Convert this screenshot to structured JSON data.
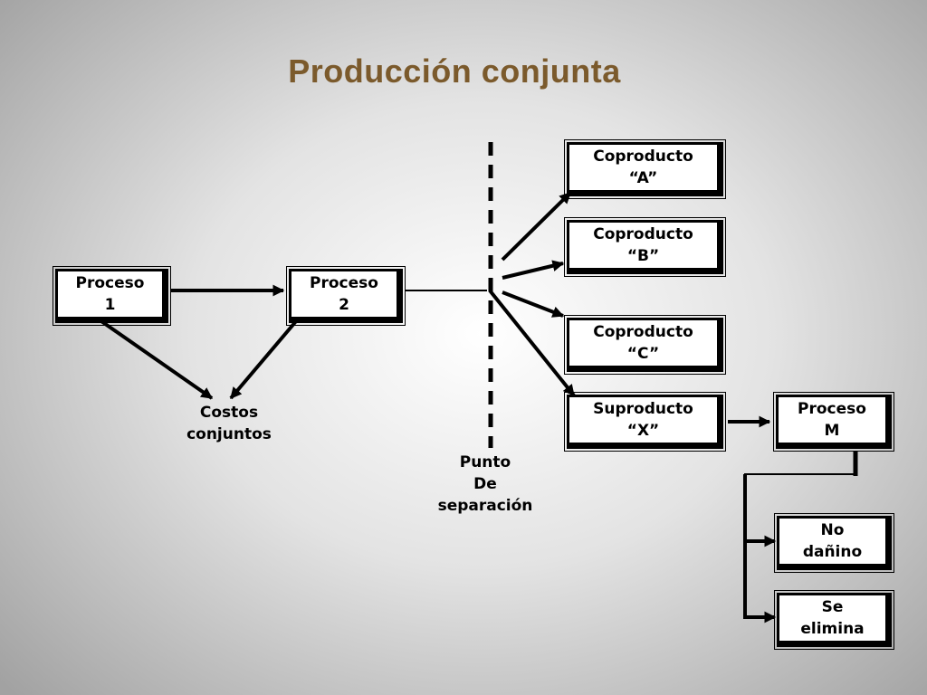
{
  "title": "Producción conjunta",
  "boxes": {
    "proceso1": {
      "line1": "Proceso",
      "line2": "1"
    },
    "proceso2": {
      "line1": "Proceso",
      "line2": "2"
    },
    "coproducto_a": {
      "line1": "Coproducto",
      "line2": "“A”"
    },
    "coproducto_b": {
      "line1": "Coproducto",
      "line2": "“B”"
    },
    "coproducto_c": {
      "line1": "Coproducto",
      "line2": "“C”"
    },
    "suproducto_x": {
      "line1": "Suproducto",
      "line2": "“X”"
    },
    "proceso_m": {
      "line1": "Proceso",
      "line2": "M"
    },
    "no_danino": {
      "line1": "No",
      "line2": "dañino"
    },
    "se_elimina": {
      "line1": "Se",
      "line2": "elimina"
    }
  },
  "labels": {
    "costos": {
      "line1": "Costos",
      "line2": "conjuntos"
    },
    "punto": {
      "line1": "Punto",
      "line2": "De",
      "line3": "separación"
    }
  }
}
